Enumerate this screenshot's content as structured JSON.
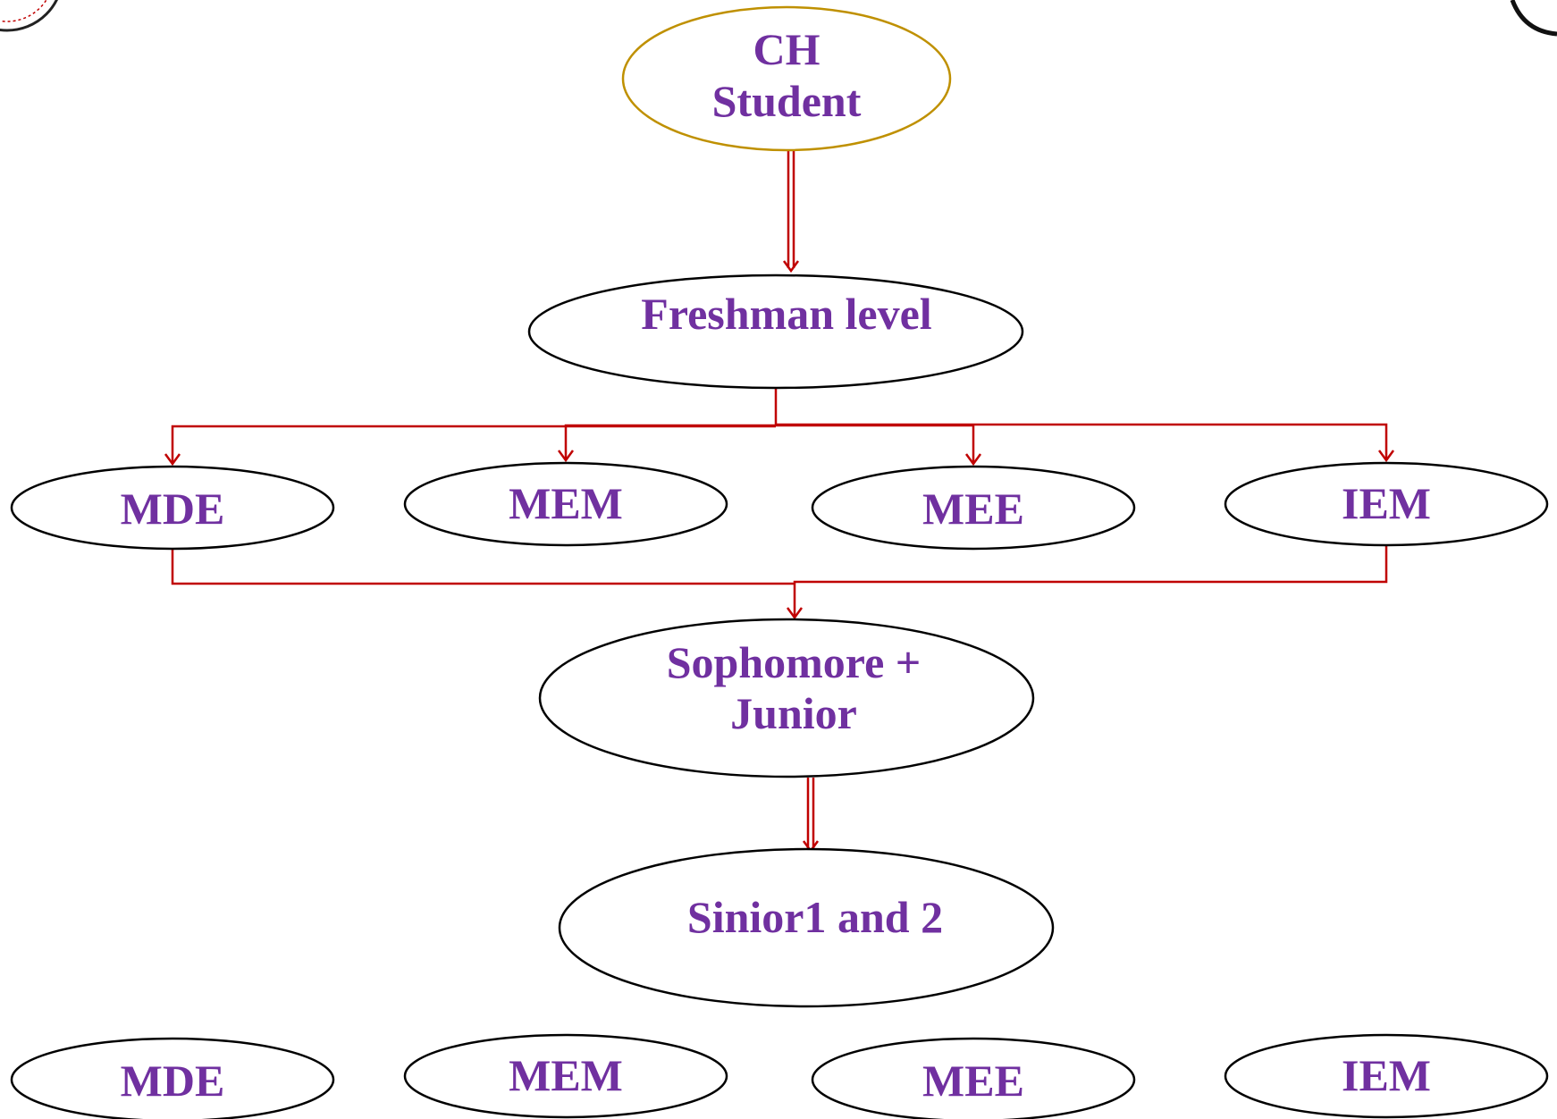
{
  "diagram": {
    "nodes": {
      "ch_student": {
        "lines": [
          "CH",
          "Student"
        ]
      },
      "freshman": {
        "lines": [
          "Freshman level"
        ]
      },
      "dept_row_1": [
        "MDE",
        "MEM",
        "MEE",
        "IEM"
      ],
      "sophomore_junior": {
        "lines": [
          "Sophomore +",
          "Junior"
        ]
      },
      "senior": {
        "lines": [
          "Sinior1 and 2"
        ]
      },
      "dept_row_2": [
        "MDE",
        "MEM",
        "MEE",
        "IEM"
      ]
    },
    "colors": {
      "text": "#7030a0",
      "connector": "#c00000",
      "root_outline": "#bf9000",
      "node_outline": "#000000"
    }
  }
}
